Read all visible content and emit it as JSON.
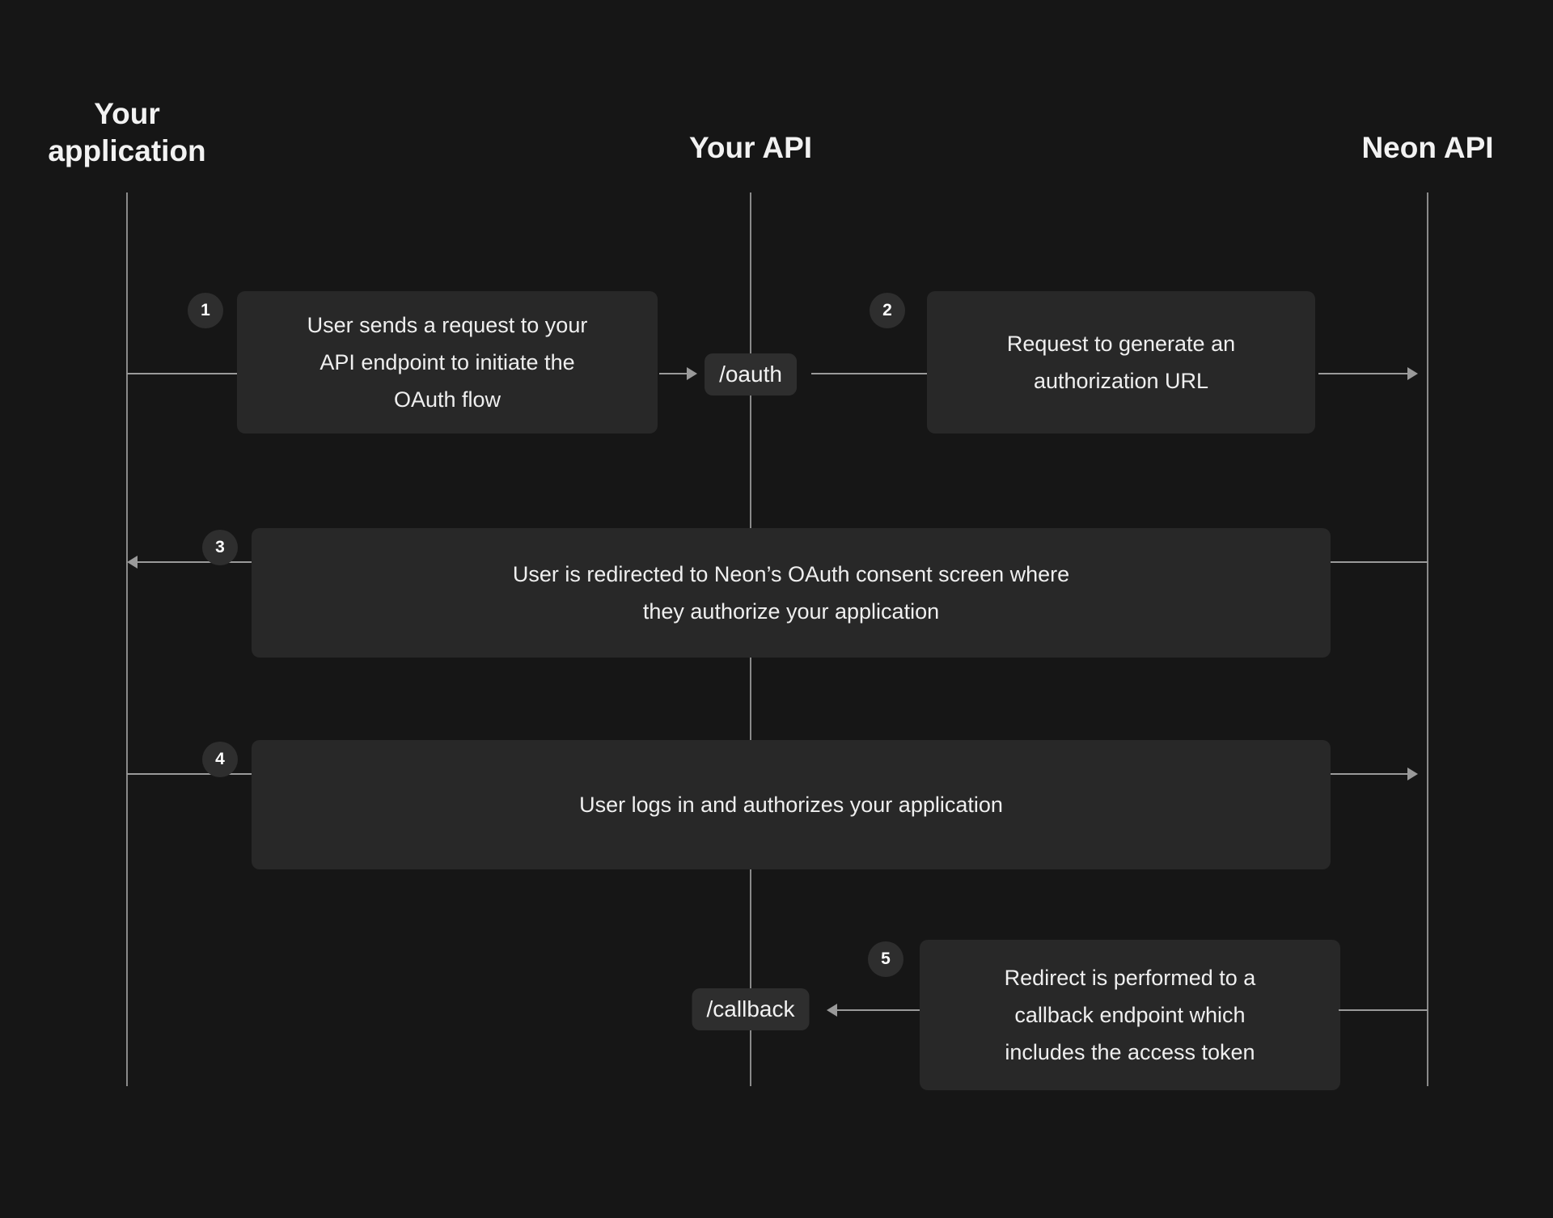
{
  "diagram": {
    "title": "Neon OAuth authorization flow sequence diagram",
    "background_color": "#161616",
    "box_color": "#282828",
    "badge_color": "#2e2e2e",
    "line_color": "#9a9a9a",
    "text_color": "#efefef"
  },
  "participants": [
    {
      "id": "your-application",
      "label": "Your\napplication"
    },
    {
      "id": "your-api",
      "label": "Your API"
    },
    {
      "id": "neon-api",
      "label": "Neon API"
    }
  ],
  "endpoints": [
    {
      "id": "oauth",
      "label": "/oauth"
    },
    {
      "id": "callback",
      "label": "/callback"
    }
  ],
  "steps": [
    {
      "number": "1",
      "text": "User sends a request to your\nAPI endpoint to initiate the\nOAuth flow",
      "from": "your-application",
      "to": "your-api",
      "direction": "right"
    },
    {
      "number": "2",
      "text": "Request to generate an\nauthorization URL",
      "from": "your-api",
      "to": "neon-api",
      "direction": "right"
    },
    {
      "number": "3",
      "text": "User is redirected to Neon’s OAuth consent screen where\nthey authorize your application",
      "from": "neon-api",
      "to": "your-application",
      "direction": "left"
    },
    {
      "number": "4",
      "text": "User logs in and authorizes your application",
      "from": "your-application",
      "to": "neon-api",
      "direction": "right"
    },
    {
      "number": "5",
      "text": "Redirect is performed to a\ncallback endpoint which\nincludes the access token",
      "from": "neon-api",
      "to": "your-api",
      "direction": "left"
    }
  ]
}
